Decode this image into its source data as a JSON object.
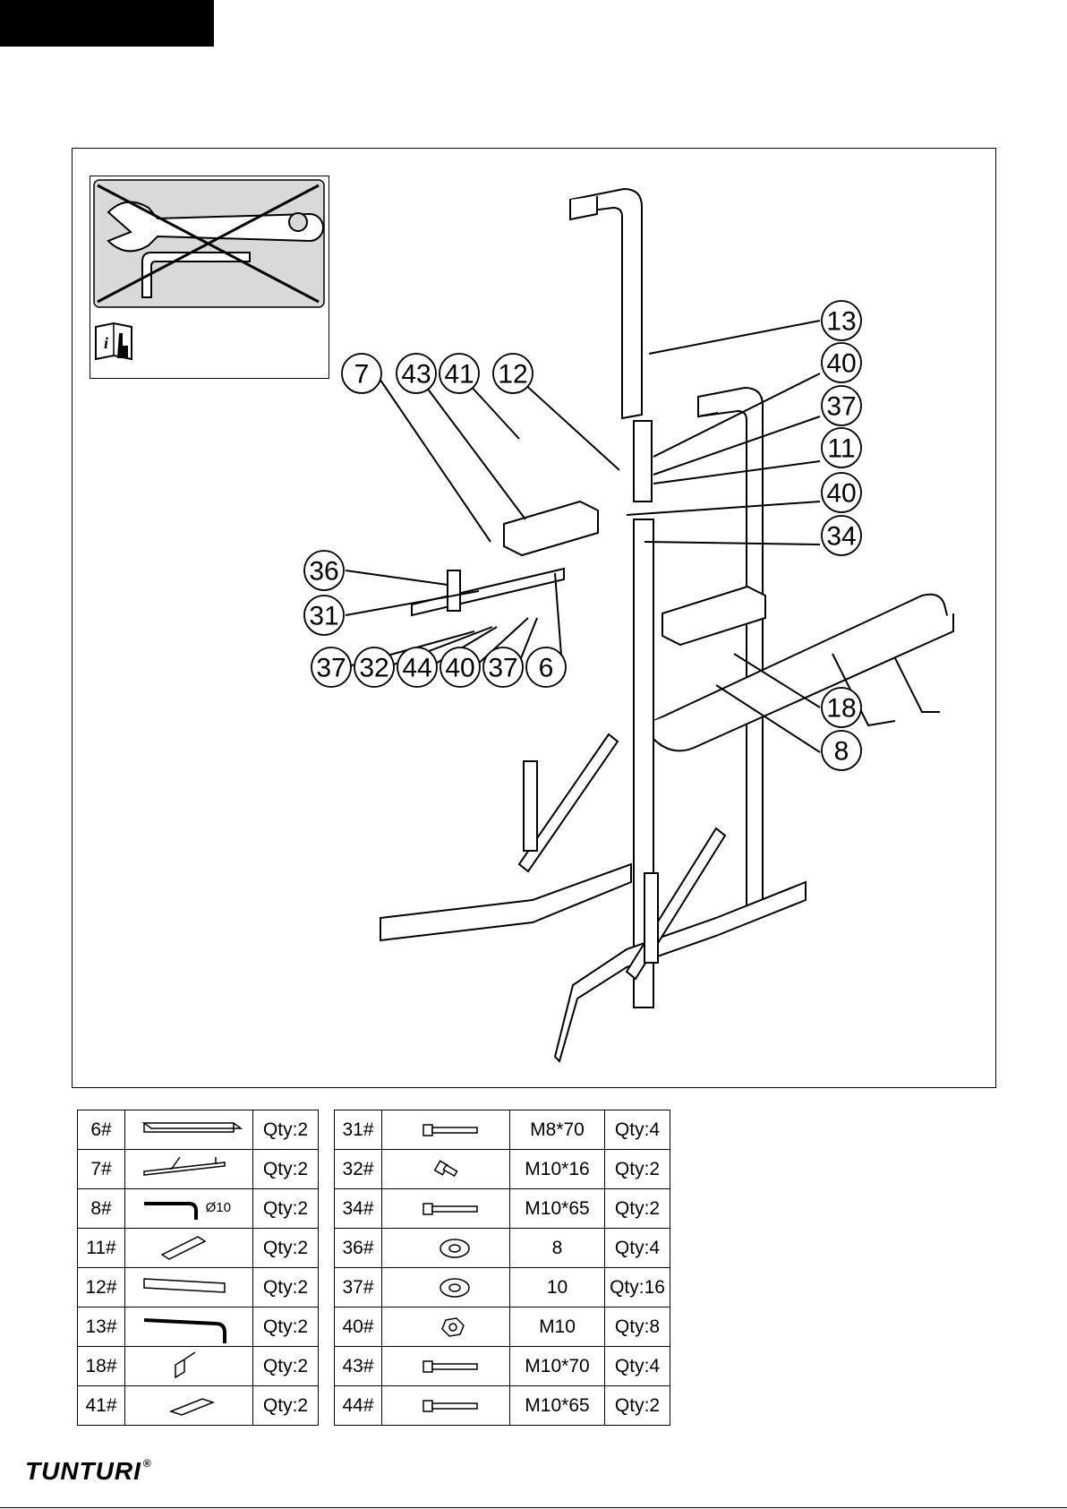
{
  "left_table": [
    {
      "num": "6#",
      "icon": "angle-bracket-part",
      "qty": "Qty:2"
    },
    {
      "num": "7#",
      "icon": "arm-frame-part",
      "qty": "Qty:2"
    },
    {
      "num": "8#",
      "icon": "l-pin-part",
      "dia": "Ø10",
      "qty": "Qty:2"
    },
    {
      "num": "11#",
      "icon": "plate-part",
      "qty": "Qty:2"
    },
    {
      "num": "12#",
      "icon": "tube-part",
      "qty": "Qty:2"
    },
    {
      "num": "13#",
      "icon": "upright-part",
      "qty": "Qty:2"
    },
    {
      "num": "18#",
      "icon": "hinge-bracket-part",
      "qty": "Qty:2"
    },
    {
      "num": "41#",
      "icon": "pad-part",
      "qty": "Qty:2"
    }
  ],
  "right_table": [
    {
      "num": "31#",
      "icon": "bolt-icon",
      "spec": "M8*70",
      "qty": "Qty:4"
    },
    {
      "num": "32#",
      "icon": "short-bolt-icon",
      "spec": "M10*16",
      "qty": "Qty:2"
    },
    {
      "num": "34#",
      "icon": "bolt-icon",
      "spec": "M10*65",
      "qty": "Qty:2"
    },
    {
      "num": "36#",
      "icon": "washer-icon",
      "spec": "8",
      "qty": "Qty:4"
    },
    {
      "num": "37#",
      "icon": "washer-icon",
      "spec": "10",
      "qty": "Qty:16"
    },
    {
      "num": "40#",
      "icon": "nut-icon",
      "spec": "M10",
      "qty": "Qty:8"
    },
    {
      "num": "43#",
      "icon": "bolt-icon",
      "spec": "M10*70",
      "qty": "Qty:4"
    },
    {
      "num": "44#",
      "icon": "bolt-icon",
      "spec": "M10*65",
      "qty": "Qty:2"
    }
  ],
  "callouts": [
    "13",
    "7",
    "43",
    "41",
    "12",
    "40",
    "37",
    "11",
    "40",
    "34",
    "36",
    "31",
    "37",
    "32",
    "44",
    "40",
    "37",
    "6",
    "18",
    "8"
  ],
  "brand": "TUNTURI",
  "brand_mark": "®"
}
